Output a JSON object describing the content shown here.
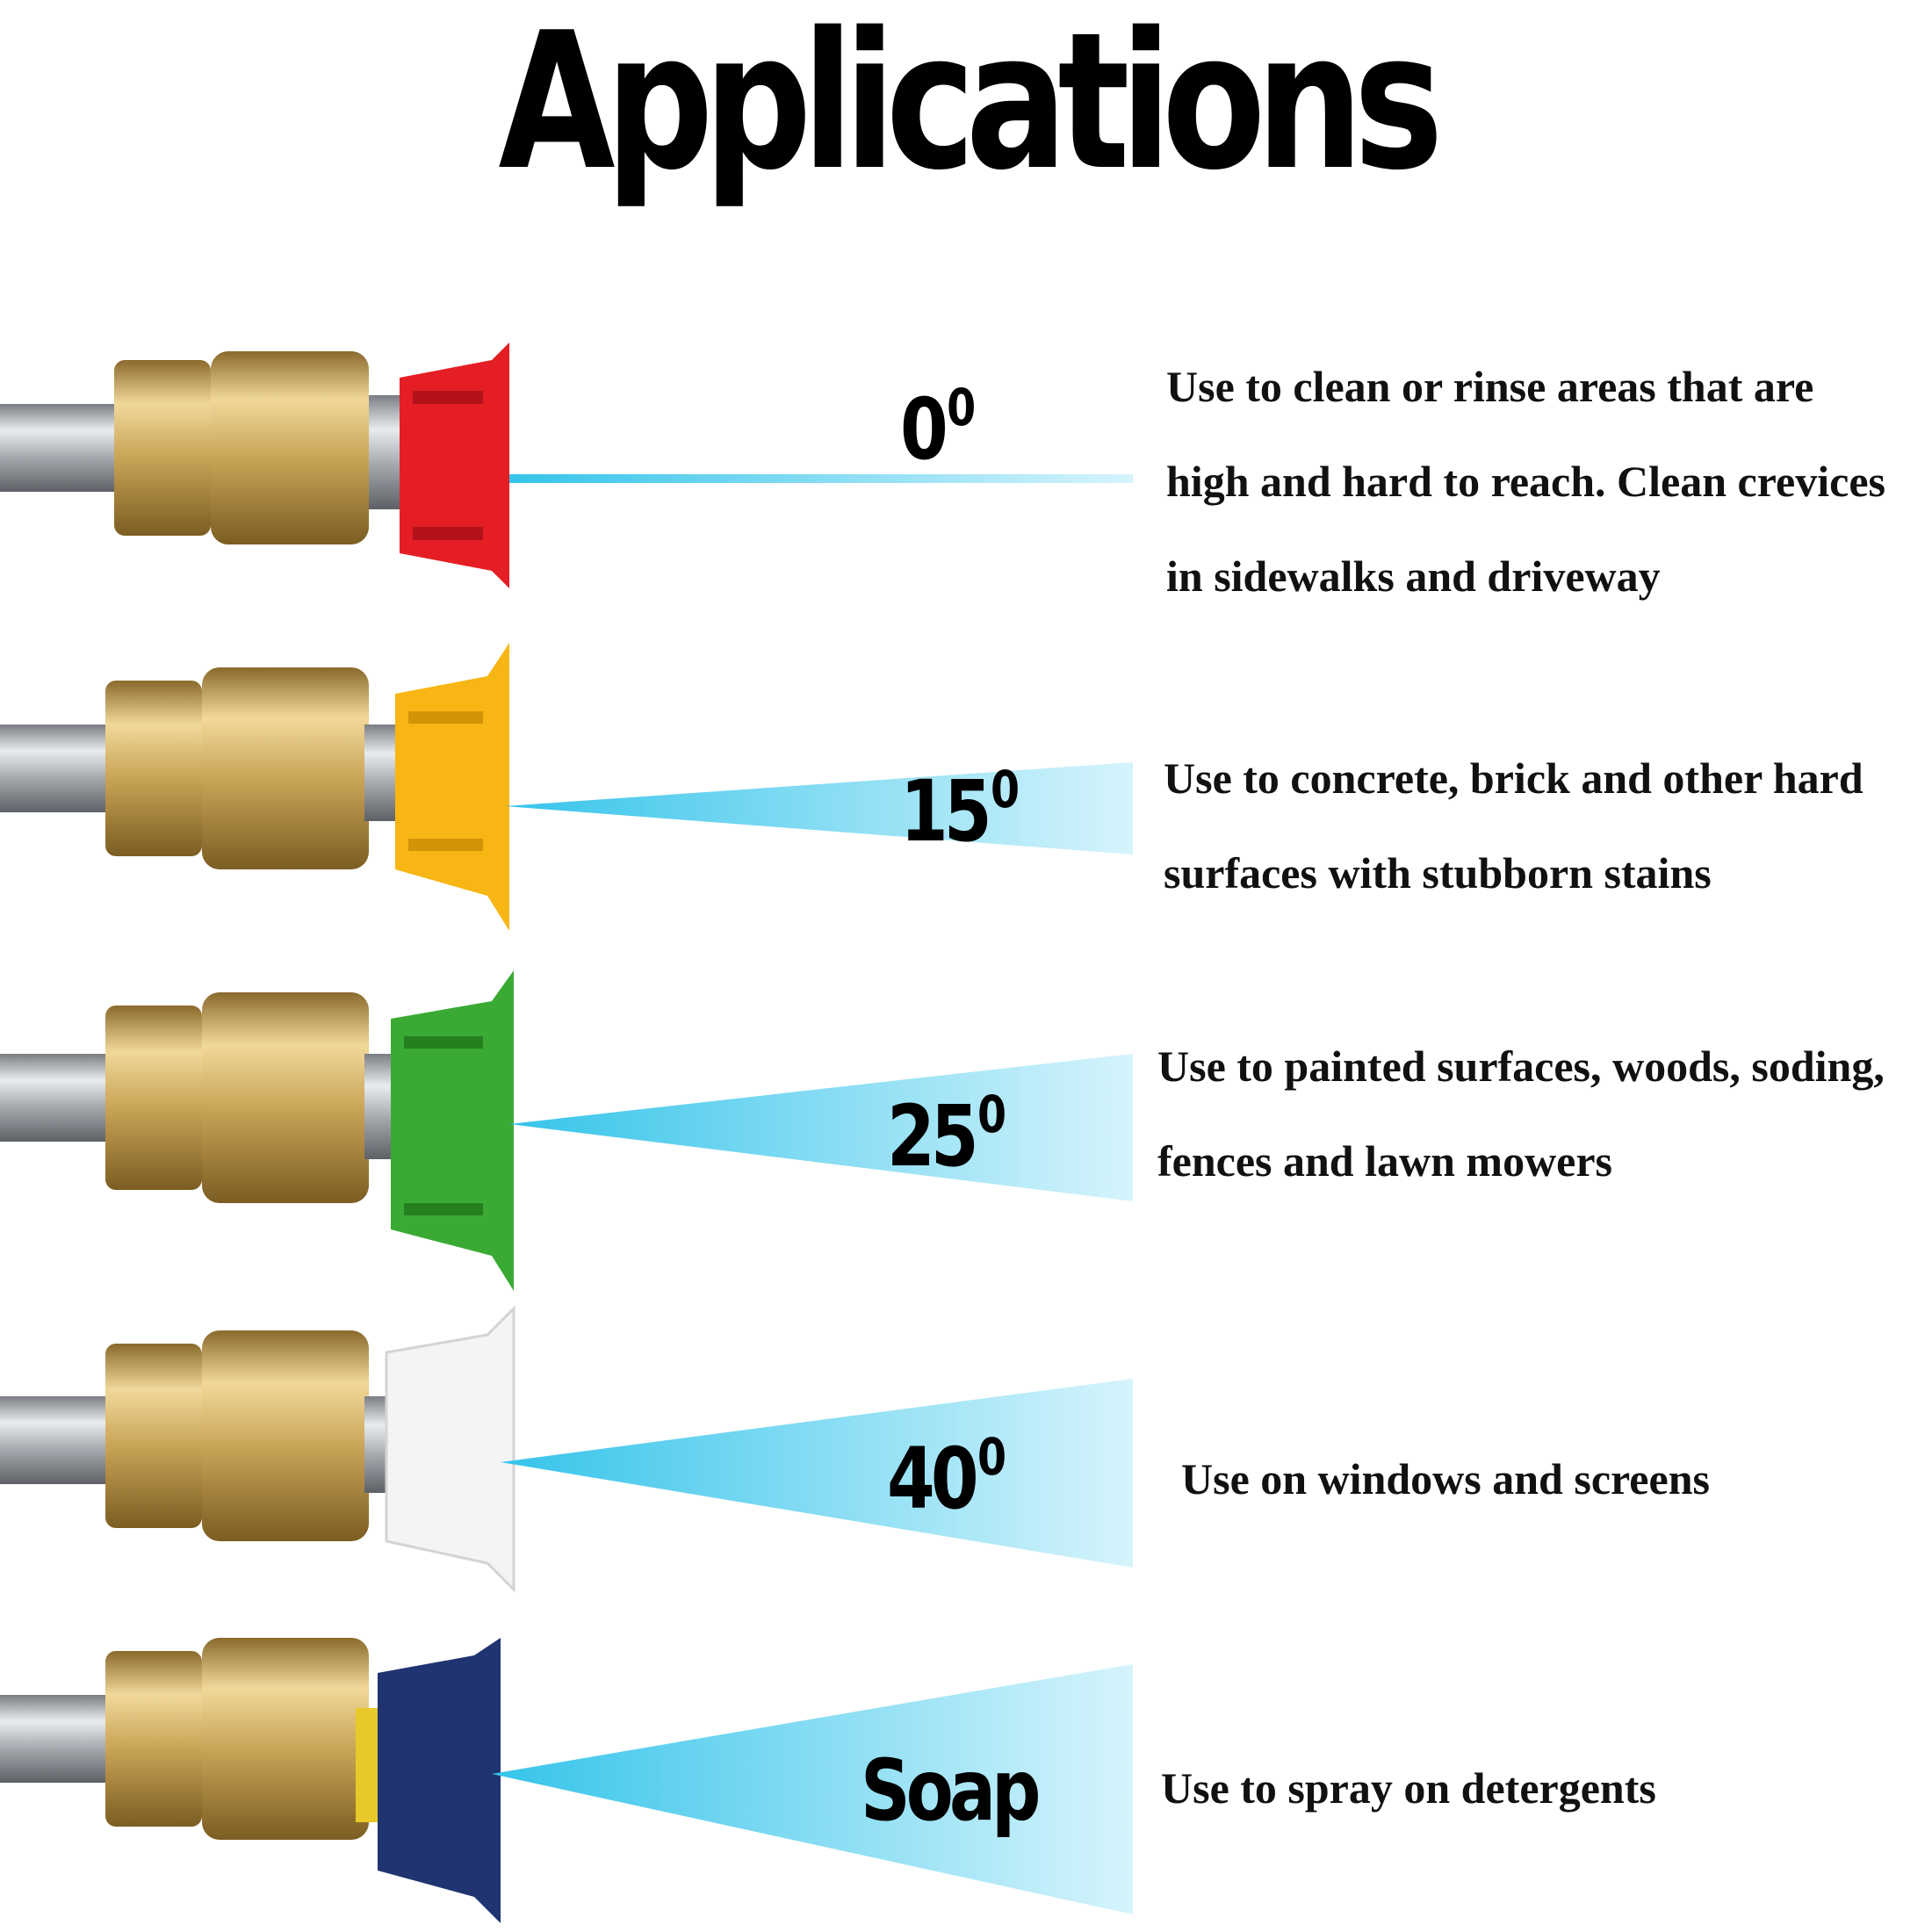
{
  "title": "Applications",
  "colors": {
    "brass": "#c9a557",
    "steel": "#b8bcc0",
    "spray": "#5fd3ee",
    "red": "#e51e25",
    "yellow": "#f7b614",
    "green": "#3aaa35",
    "white": "#f4f4f4",
    "blue": "#1f3470"
  },
  "rows": [
    {
      "nozzle_color": "red",
      "angle": "0",
      "unit": "0",
      "lines": [
        "Use to clean or rinse areas that are",
        "high and hard to reach. Clean crevices",
        "in sidewalks and driveway"
      ]
    },
    {
      "nozzle_color": "yellow",
      "angle": "15",
      "unit": "0",
      "lines": [
        "Use to concrete, brick and other hard",
        "surfaces with stubborn stains"
      ]
    },
    {
      "nozzle_color": "green",
      "angle": "25",
      "unit": "0",
      "lines": [
        "Use to painted surfaces, woods, soding,",
        "fences and lawn mowers"
      ]
    },
    {
      "nozzle_color": "white",
      "angle": "40",
      "unit": "0",
      "lines": [
        "Use on windows and screens"
      ]
    },
    {
      "nozzle_color": "blue",
      "angle": "Soap",
      "unit": "",
      "lines": [
        "Use to spray on detergents"
      ]
    }
  ]
}
